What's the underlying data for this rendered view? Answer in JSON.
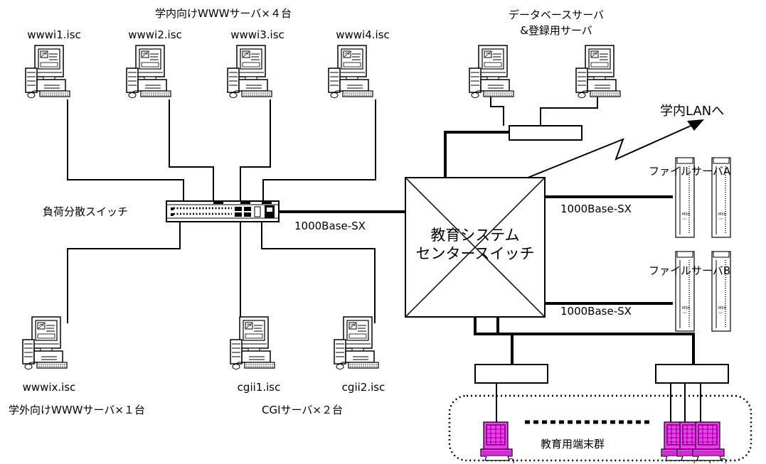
{
  "groups": {
    "internal_www": "学内向けWWWサーバ×４台",
    "external_www": "学外向けWWWサーバ×１台",
    "cgi": "CGIサーバ×２台",
    "db": "データベースサーバ",
    "db2": "&登録用サーバ"
  },
  "hosts": {
    "wwwi1": "wwwi1.isc",
    "wwwi2": "wwwi2.isc",
    "wwwi3": "wwwi3.isc",
    "wwwi4": "wwwi4.isc",
    "wwwix": "wwwix.isc",
    "cgii1": "cgii1.isc",
    "cgii2": "cgii2.isc"
  },
  "lb_switch": "負荷分散スイッチ",
  "core_switch": {
    "line1": "教育システム",
    "line2": "センタースイッチ"
  },
  "uplink": "学内LANへ",
  "file_server_a": "ファイルサーバA",
  "file_server_b": "ファイルサーバB",
  "link_lb": "1000Base-SX",
  "link_fa": "1000Base-SX",
  "link_fb": "1000Base-SX",
  "terminals": "教育用端末群",
  "colors": {
    "line": "#000000",
    "terminal": "#ff33ff"
  }
}
